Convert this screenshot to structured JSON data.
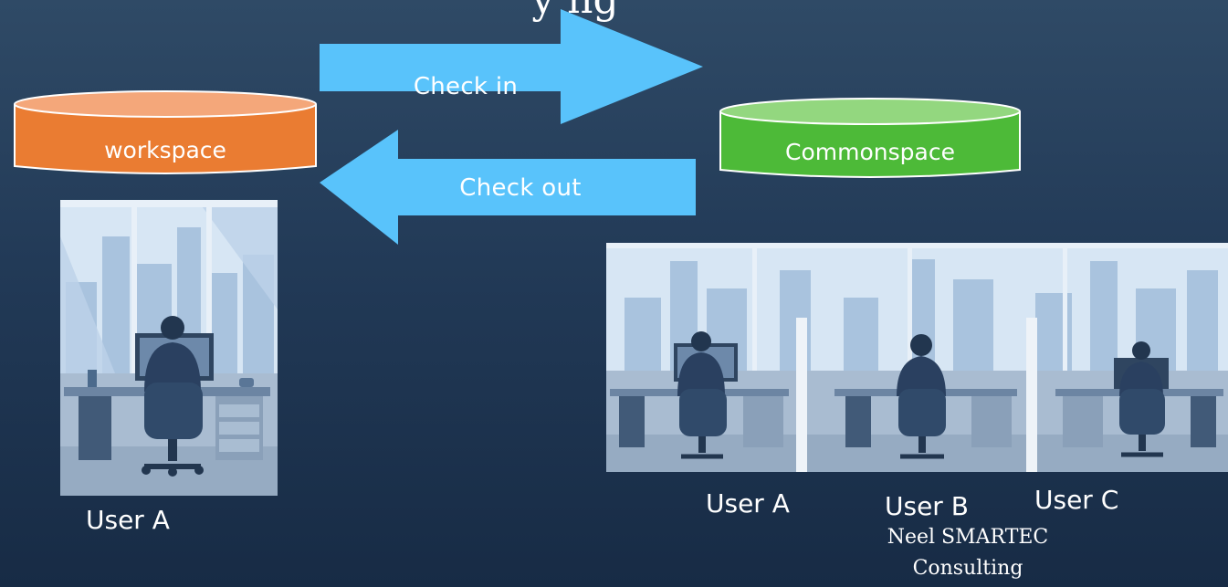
{
  "title_fragment": "y  ng",
  "arrows": {
    "check_in": "Check in",
    "check_out": "Check out"
  },
  "repositories": {
    "workspace": "workspace",
    "commonspace": "Commonspace"
  },
  "single_office": {
    "user_label": "User A"
  },
  "shared_office": {
    "user_labels": [
      "User A",
      "User B",
      "User C"
    ]
  },
  "credit": {
    "line1": "Neel SMARTEC",
    "line2": "Consulting"
  },
  "colors": {
    "arrow": "#59c3fb",
    "workspace": "#ea7c32",
    "workspace_top": "#f4a77a",
    "commonspace": "#4dba38",
    "commonspace_top": "#93d77f",
    "background": "#1e3451"
  },
  "icons": [
    "office-worker-illustration",
    "shared-office-illustration"
  ]
}
